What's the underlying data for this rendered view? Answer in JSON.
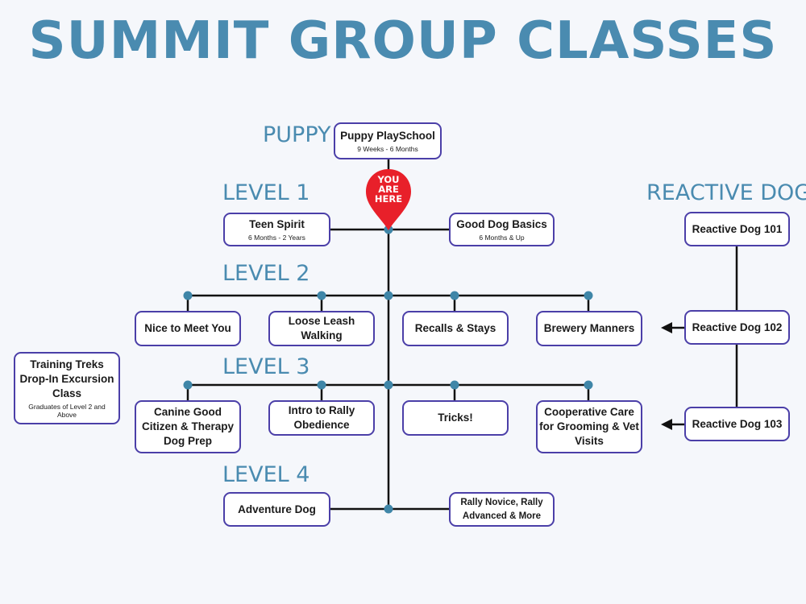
{
  "title": "SUMMIT GROUP CLASSES",
  "levels": {
    "puppy": "PUPPY",
    "level1": "LEVEL 1",
    "level2": "LEVEL 2",
    "level3": "LEVEL 3",
    "level4": "LEVEL 4",
    "reactive": "REACTIVE DOG"
  },
  "pin": {
    "line1": "YOU",
    "line2": "ARE",
    "line3": "HERE",
    "color": "#e8202a"
  },
  "classes": {
    "puppy_playschool": {
      "name": "Puppy PlaySchool",
      "sub": "9 Weeks - 6 Months"
    },
    "teen_spirit": {
      "name": "Teen Spirit",
      "sub": "6 Months - 2 Years"
    },
    "good_dog_basics": {
      "name": "Good Dog Basics",
      "sub": "6 Months & Up"
    },
    "nice_to_meet_you": {
      "name": "Nice to Meet You"
    },
    "loose_leash": {
      "name": "Loose Leash Walking"
    },
    "recalls_stays": {
      "name": "Recalls & Stays"
    },
    "brewery_manners": {
      "name": "Brewery Manners"
    },
    "canine_good_citizen": {
      "name": "Canine Good Citizen & Therapy Dog Prep"
    },
    "intro_rally": {
      "name": "Intro to Rally Obedience"
    },
    "tricks": {
      "name": "Tricks!"
    },
    "cooperative_care": {
      "name": "Cooperative Care for Grooming & Vet Visits"
    },
    "adventure_dog": {
      "name": "Adventure Dog"
    },
    "rally_novice": {
      "name": "Rally Novice, Rally Advanced & More"
    },
    "training_treks": {
      "name": "Training Treks Drop-In Excursion Class",
      "sub": "Graduates of Level 2 and Above"
    },
    "reactive_101": {
      "name": "Reactive Dog 101"
    },
    "reactive_102": {
      "name": "Reactive Dog 102"
    },
    "reactive_103": {
      "name": "Reactive Dog 103"
    }
  },
  "colors": {
    "accent": "#4a8bb0",
    "box_border": "#4b3fa8",
    "line": "#111111",
    "node": "#3f86a8",
    "pin": "#e8202a"
  }
}
